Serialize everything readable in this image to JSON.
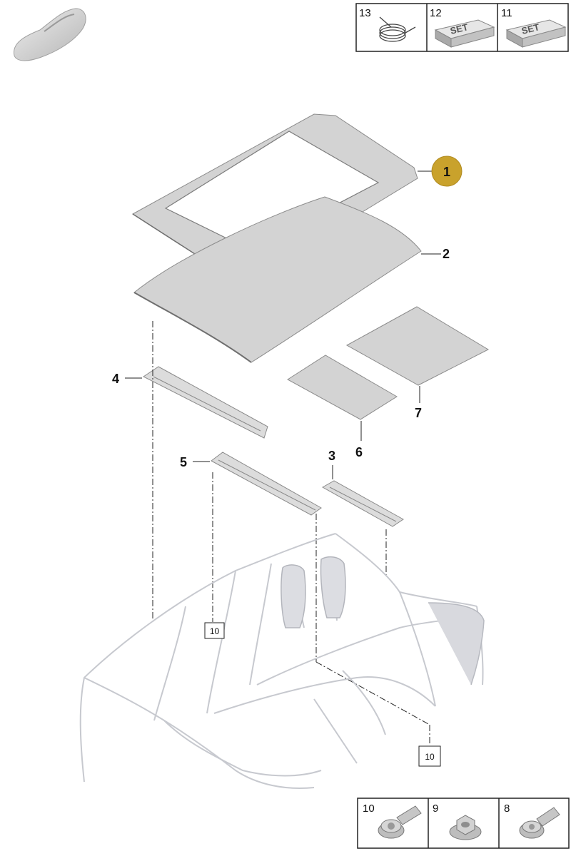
{
  "top_table": {
    "cells": [
      {
        "number": "13",
        "icon": "wire-coil-icon"
      },
      {
        "number": "12",
        "icon": "set-block-icon",
        "text": "SET"
      },
      {
        "number": "11",
        "icon": "set-block-icon",
        "text": "SET"
      }
    ]
  },
  "bottom_table": {
    "cells": [
      {
        "number": "10",
        "icon": "torx-flange-bolt-icon"
      },
      {
        "number": "9",
        "icon": "hex-flange-nut-icon"
      },
      {
        "number": "8",
        "icon": "torx-bolt-icon"
      }
    ]
  },
  "callouts": {
    "p1": "1",
    "p2": "2",
    "p3": "3",
    "p4": "4",
    "p5": "5",
    "p6": "6",
    "p7": "7",
    "ref_a": "10",
    "ref_b": "10"
  },
  "colors": {
    "highlight": "#c9a22c",
    "panel": "#d3d3d3",
    "outline": "#222222"
  },
  "icons": {
    "vehicle": "car-silhouette-icon"
  }
}
